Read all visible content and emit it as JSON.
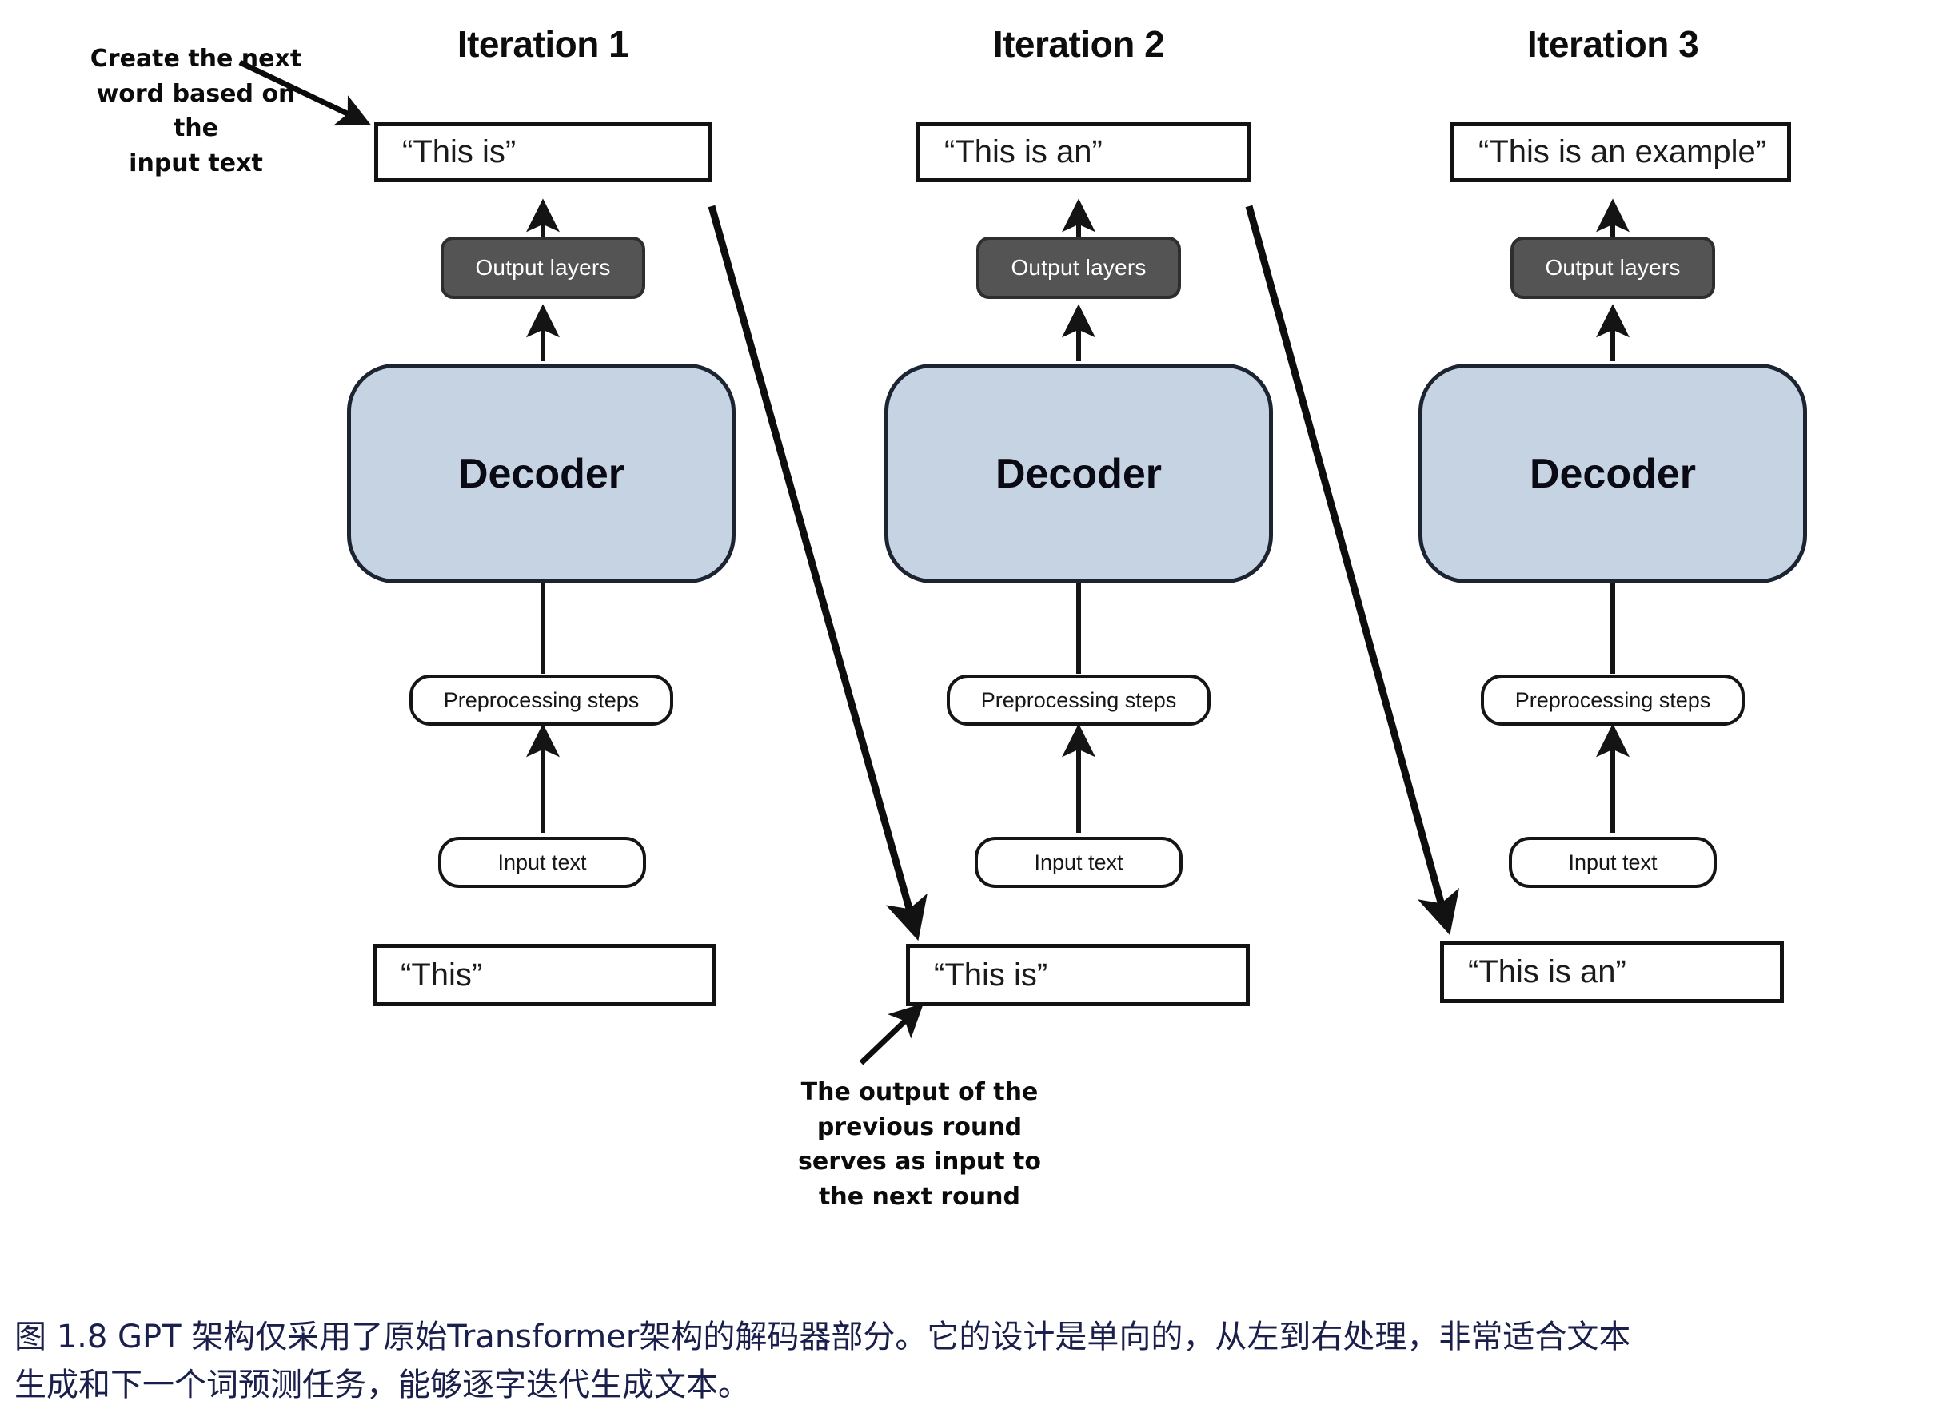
{
  "figure": {
    "background": "#ffffff",
    "accent_decoder_fill": "#c6d3e2",
    "accent_output_fill": "#545454",
    "caption_color": "#1b1f4b",
    "stroke_color": "#121212"
  },
  "annotations": {
    "top_left_note": "Create the next\nword based on the\ninput text",
    "bottom_note": "The output of the\nprevious round\nserves as input to\nthe next round"
  },
  "columns": [
    {
      "title": "Iteration 1",
      "output_text": "“This is”",
      "output_layers_label": "Output layers",
      "decoder_label": "Decoder",
      "preprocessing_label": "Preprocessing steps",
      "input_text_label": "Input text",
      "input_string": "“This”"
    },
    {
      "title": "Iteration 2",
      "output_text": "“This is an”",
      "output_layers_label": "Output layers",
      "decoder_label": "Decoder",
      "preprocessing_label": "Preprocessing steps",
      "input_text_label": "Input text",
      "input_string": "“This is”"
    },
    {
      "title": "Iteration 3",
      "output_text": "“This is an example”",
      "output_layers_label": "Output layers",
      "decoder_label": "Decoder",
      "preprocessing_label": "Preprocessing steps",
      "input_text_label": "Input text",
      "input_string": "“This is an”"
    }
  ],
  "caption": {
    "line1": "图 1.8  GPT 架构仅采用了原始Transformer架构的解码器部分。它的设计是单向的，从左到右处理，非常适合文本",
    "line2": "生成和下一个词预测任务，能够逐字迭代生成文本。"
  }
}
